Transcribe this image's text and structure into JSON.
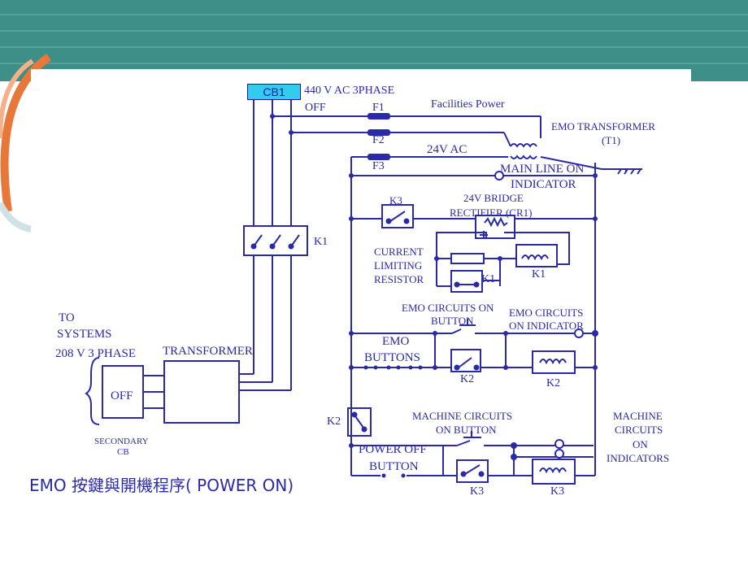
{
  "colors": {
    "header_teal": "#3d8f87",
    "wire": "#2a2aa8",
    "cb_fill": "#33ccee",
    "accent_orange": "#e8783a"
  },
  "labels": {
    "cb1": "CB1",
    "supply": "440 V AC 3PHASE",
    "off_top": "OFF",
    "f1": "F1",
    "f2": "F2",
    "f3": "F3",
    "facilities_power": "Facilities Power",
    "emo_transformer": "EMO TRANSFORMER",
    "t1": "(T1)",
    "v24ac": "24V AC",
    "main_line_on": "MAIN LINE ON",
    "indicator": "INDICATOR",
    "k3_top": "K3",
    "bridge_1": "24V BRIDGE",
    "bridge_2": "RECTIFIER (CR1)",
    "k1_main": "K1",
    "current": "CURRENT",
    "limiting": "LIMITING",
    "resistor": "RESISTOR",
    "k1_contact": "K1",
    "k1_coil": "K1",
    "emo_on_btn_1": "EMO CIRCUITS ON",
    "emo_on_btn_2": "BUTTON",
    "emo_on_ind_1": "EMO CIRCUITS",
    "emo_on_ind_2": "ON INDICATOR",
    "emo": "EMO",
    "buttons": "BUTTONS",
    "k2_contact": "K2",
    "k2_coil": "K2",
    "to": "TO",
    "systems": "SYSTEMS",
    "phase208": "208 V 3 PHASE",
    "transformer": "TRANSFORMER",
    "off_box": "OFF",
    "secondary": "SECONDARY",
    "cb": "CB",
    "k2_left": "K2",
    "machine_on_btn_1": "MACHINE CIRCUITS",
    "machine_on_btn_2": "ON BUTTON",
    "machine_ind_1": "MACHINE",
    "machine_ind_2": "CIRCUITS",
    "machine_ind_3": "ON",
    "machine_ind_4": "INDICATORS",
    "power_off": "POWER OFF",
    "button": "BUTTON",
    "k3_contact": "K3",
    "k3_coil": "K3",
    "caption": "EMO 按鍵與開機程序( POWER ON)"
  }
}
